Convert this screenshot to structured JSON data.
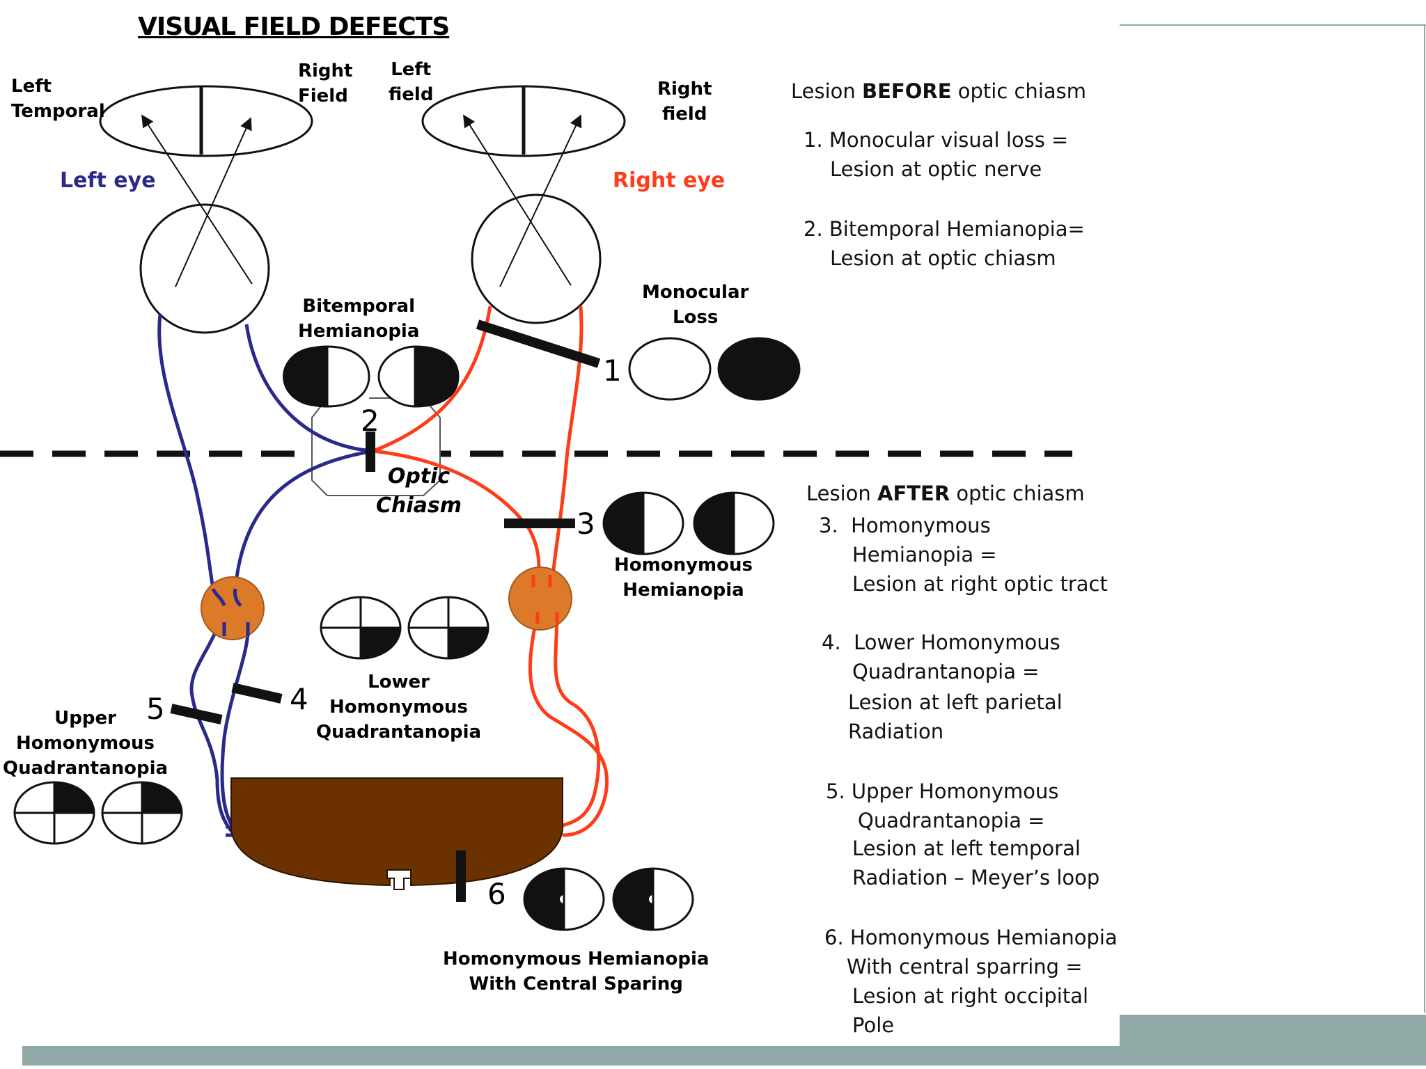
{
  "title": "VISUAL FIELD DEFECTS",
  "fields": {
    "left_temporal": "Left\nTemporal",
    "left_right_field": "Right\nField",
    "right_left_field": "Left\nfield",
    "right_right_field": "Right\nfield"
  },
  "eyes": {
    "left": "Left eye",
    "right": "Right eye",
    "left_color": "#2a2a8c",
    "right_color": "#ff3c1a"
  },
  "structures": {
    "chiasm": "Optic\nChiasm",
    "lgn_color": "#dd7a2a",
    "cortex_color": "#6b3200"
  },
  "lesion_markers": [
    "1",
    "2",
    "3",
    "4",
    "5",
    "6"
  ],
  "defect_labels": {
    "bitemporal": "Bitemporal\nHemianopia",
    "monocular": "Monocular\nLoss",
    "homonymous": "Homonymous\nHemianopia",
    "lower_quadrantanopia": "Lower\nHomonymous\nQuadrantanopia",
    "upper_quadrantanopia": "Upper\nHomonymous\nQuadrantanopia",
    "central_sparing": "Homonymous Hemianopia\nWith Central Sparing"
  },
  "before_section": {
    "heading_pre": "Lesion ",
    "heading_bold": "BEFORE",
    "heading_post": " optic chiasm",
    "items": [
      {
        "number": "1.",
        "lines": [
          "Monocular visual loss =",
          "Lesion at optic nerve"
        ]
      },
      {
        "number": "2.",
        "lines": [
          "Bitemporal Hemianopia=",
          "Lesion at optic chiasm"
        ]
      }
    ]
  },
  "after_section": {
    "heading_pre": "Lesion ",
    "heading_bold": "AFTER",
    "heading_post": " optic chiasm",
    "items": [
      {
        "number": "3.",
        "lines": [
          "Homonymous",
          "Hemianopia =",
          "Lesion at right optic tract"
        ]
      },
      {
        "number": "4.",
        "lines": [
          "Lower Homonymous",
          "Quadrantanopia =",
          "Lesion at left parietal",
          "Radiation"
        ]
      },
      {
        "number": "5.",
        "lines": [
          "Upper Homonymous",
          "Quadrantanopia =",
          "Lesion at left temporal",
          "Radiation – Meyer’s loop"
        ]
      },
      {
        "number": "6.",
        "lines": [
          "Homonymous Hemianopia",
          "With central sparring =",
          "Lesion at right occipital",
          "Pole"
        ]
      }
    ]
  }
}
